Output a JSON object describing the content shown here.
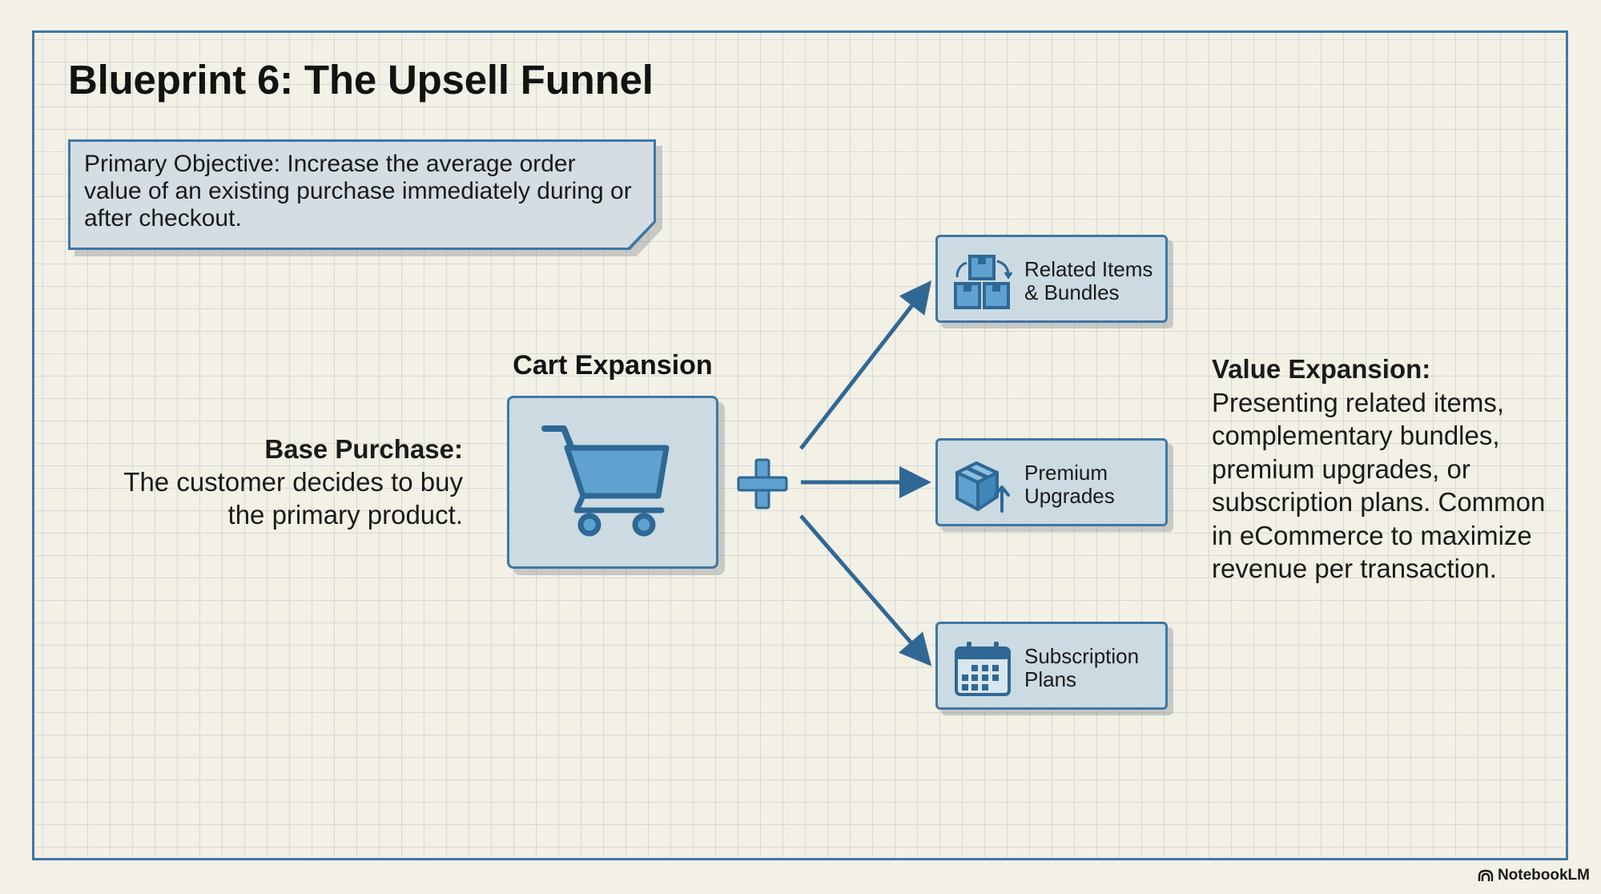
{
  "title": "Blueprint 6: The Upsell Funnel",
  "objective": "Primary Objective: Increase the average order value of an existing purchase immediately during or after checkout.",
  "base_purchase": {
    "heading": "Base Purchase:",
    "text": "The customer decides to buy the primary product."
  },
  "cart": {
    "label": "Cart Expansion",
    "icon": "shopping-cart-icon"
  },
  "operator": "plus-icon",
  "options": [
    {
      "line1": "Related Items",
      "line2": "& Bundles",
      "icon": "boxes-bundle-icon"
    },
    {
      "line1": "Premium",
      "line2": "Upgrades",
      "icon": "box-upgrade-icon"
    },
    {
      "line1": "Subscription",
      "line2": "Plans",
      "icon": "calendar-icon"
    }
  ],
  "value_expansion": {
    "heading": "Value Expansion:",
    "text": "Presenting related items, complementary bundles, premium upgrades, or subscription plans. Common in eCommerce to maximize revenue per transaction."
  },
  "branding": "NotebookLM",
  "colors": {
    "accent": "#3f77a4",
    "box_fill": "#ccdae2",
    "background": "#f3f0e6"
  }
}
